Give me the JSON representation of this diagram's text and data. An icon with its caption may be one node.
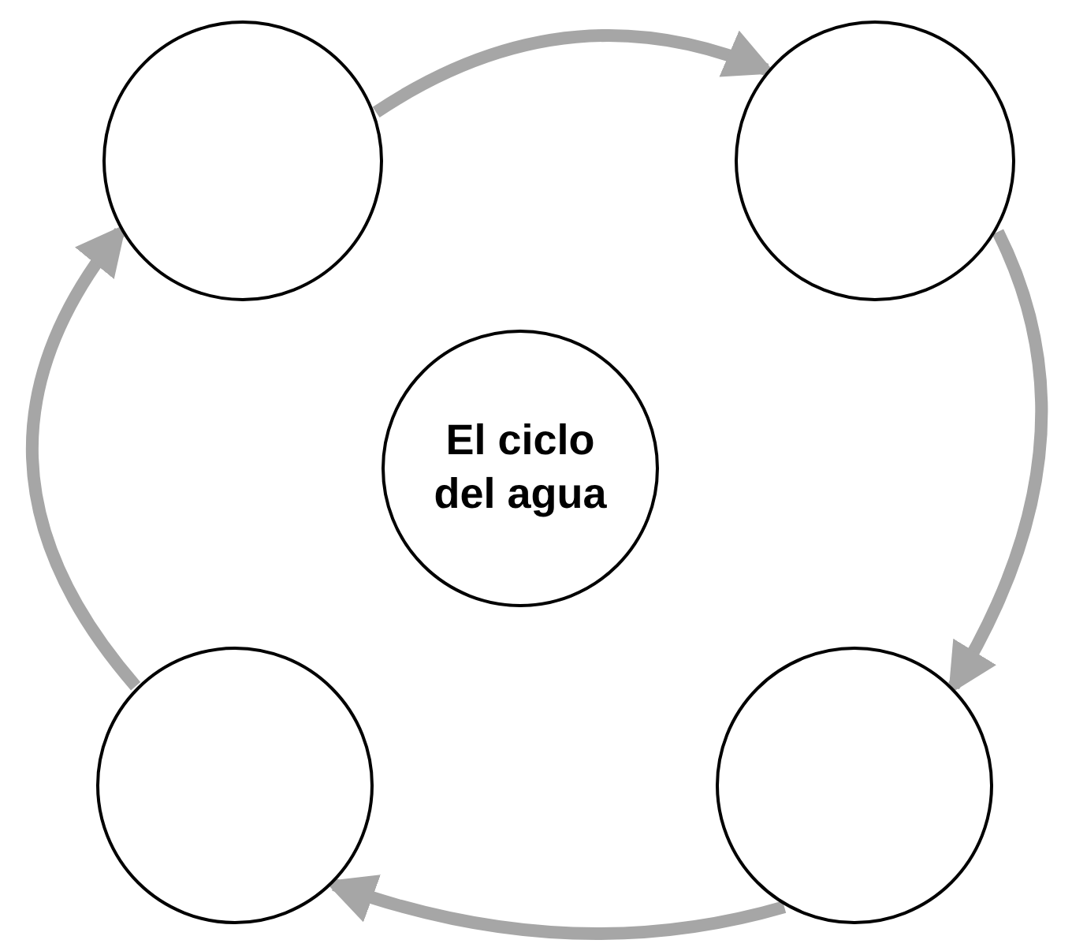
{
  "diagram": {
    "nodes": [
      {
        "text": [],
        "shape": "circle"
      },
      {
        "text": [],
        "shape": "circle"
      },
      {
        "text": [
          "El ciclo del agua"
        ]
      },
      {
        "text": [],
        "shape": "circle"
      },
      {
        "text": [],
        "shape": "circle"
      }
    ],
    "edges": [
      {
        "from": 0,
        "to": 1,
        "arrow": "to"
      },
      {
        "from": 1,
        "to": 4,
        "arrow": "to"
      },
      {
        "from": 4,
        "to": 3,
        "arrow": "to"
      },
      {
        "from": 3,
        "to": 0,
        "arrow": "to"
      }
    ]
  }
}
